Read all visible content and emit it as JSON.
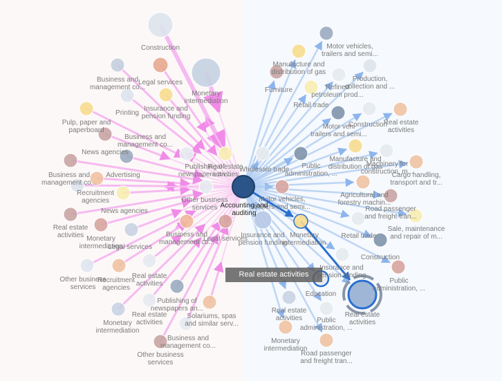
{
  "colors": {
    "left_bg": "#fdf8f8",
    "right_bg": "#f6f9fd",
    "pink_edge": "#f08ce8",
    "blue_edge": "#8db5ec",
    "focus_edge": "#2a6fd0",
    "hub_fill": "#2b5488"
  },
  "hub": {
    "label_1": "Accounting and",
    "label_2": "auditing"
  },
  "tooltip": {
    "text": "Real estate activities"
  },
  "left_labels": [
    [
      "Construction"
    ],
    [
      "Business and",
      "management co..."
    ],
    [
      "Legal services"
    ],
    [
      "Monetary",
      "intermediation"
    ],
    [
      "Insurance and",
      "pension funding"
    ],
    [
      "Printing"
    ],
    [
      "Pulp, paper and",
      "paperboard"
    ],
    [
      "Business and",
      "management co..."
    ],
    [
      "News agencies"
    ],
    [
      "Advertising"
    ],
    [
      "Publishing of",
      "newspapers an..."
    ],
    [
      "Real estate",
      "activities"
    ],
    [
      "Business and",
      "management co..."
    ],
    [
      "Recruitment",
      "agencies"
    ],
    [
      "News agencies"
    ],
    [
      "Other business",
      "services"
    ],
    [
      "Real estate",
      "activities"
    ],
    [
      "Monetary",
      "intermediation"
    ],
    [
      "Legal services"
    ],
    [
      "Business and",
      "management co..."
    ],
    [
      "Legal services"
    ],
    [
      "Other business",
      "services"
    ],
    [
      "Recruitment",
      "agencies"
    ],
    [
      "Real estate",
      "activities"
    ],
    [
      "Publishing of",
      "newspapers an..."
    ],
    [
      "Monetary",
      "intermediation"
    ],
    [
      "Real estate",
      "activities"
    ],
    [
      "Solariums, spas",
      "and similar serv..."
    ],
    [
      "Business and",
      "management co..."
    ],
    [
      "Other business",
      "services"
    ]
  ],
  "right_labels": [
    [
      "Motor vehicles,",
      "trailers and semi..."
    ],
    [
      "Manufacture and",
      "distribution of gas"
    ],
    [
      "Furniture"
    ],
    [
      "Production,",
      "collection and ..."
    ],
    [
      "Refined",
      "petroleum prod..."
    ],
    [
      "Retail trade"
    ],
    [
      "Motor vehi",
      "trailers and semi..."
    ],
    [
      "Construction"
    ],
    [
      "Real estate",
      "activities"
    ],
    [
      "Wholesale trade"
    ],
    [
      "Public",
      "administration, ..."
    ],
    [
      "Manufacture and",
      "distribution of gas"
    ],
    [
      "Machinery for",
      "construction, m..."
    ],
    [
      "Cargo handling,",
      "transport and tr..."
    ],
    [
      "Motor vehicles,",
      "trailers and semi..."
    ],
    [
      "Agricultural and",
      "forestry machin..."
    ],
    [
      "Road passenger",
      "and freight tran..."
    ],
    [
      "Insurance and",
      "pension funding"
    ],
    [
      "Monetary",
      "intermediation"
    ],
    [
      "Retail trade"
    ],
    [
      "Sale, maintenance",
      "and repair of m..."
    ],
    [
      "Construction"
    ],
    [
      "Insurance and",
      "pension funding"
    ],
    [
      "Public",
      "administration, ..."
    ],
    [
      "Education"
    ],
    [
      "Real estate",
      "activities"
    ],
    [
      "Public",
      "administration, ..."
    ],
    [
      "Real estate",
      "activities"
    ],
    [
      "Monetary",
      "intermediation"
    ],
    [
      "Road passenger",
      "and freight tran..."
    ]
  ]
}
